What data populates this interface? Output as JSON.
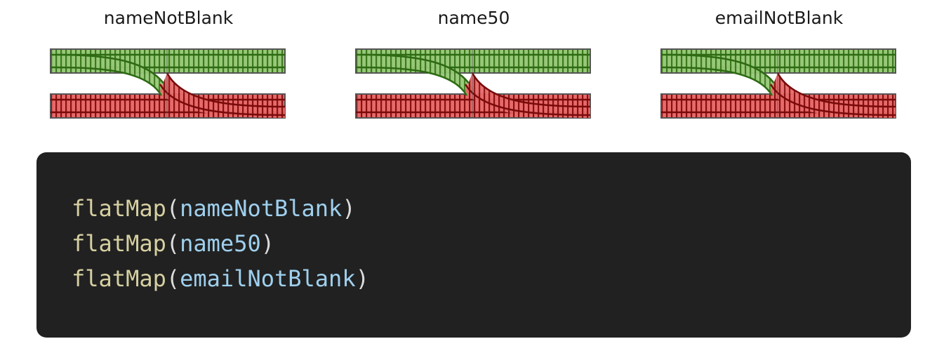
{
  "switches": [
    {
      "label": "nameNotBlank"
    },
    {
      "label": "name50"
    },
    {
      "label": "emailNotBlank"
    }
  ],
  "colors": {
    "success_track": "#97c878",
    "failure_track": "#e66a6a",
    "rail_dark": "#2d6a12",
    "rail_red": "#7a0a0a",
    "code_background": "#212121",
    "code_function": "#d6d0a2",
    "code_argument": "#9fd0ee",
    "code_punctuation": "#dcdcdc"
  },
  "code": {
    "lines": [
      {
        "fn": "flatMap",
        "open": "(",
        "arg": "nameNotBlank",
        "close": ")"
      },
      {
        "fn": "flatMap",
        "open": "(",
        "arg": "name50",
        "close": ")"
      },
      {
        "fn": "flatMap",
        "open": "(",
        "arg": "emailNotBlank",
        "close": ")"
      }
    ]
  }
}
